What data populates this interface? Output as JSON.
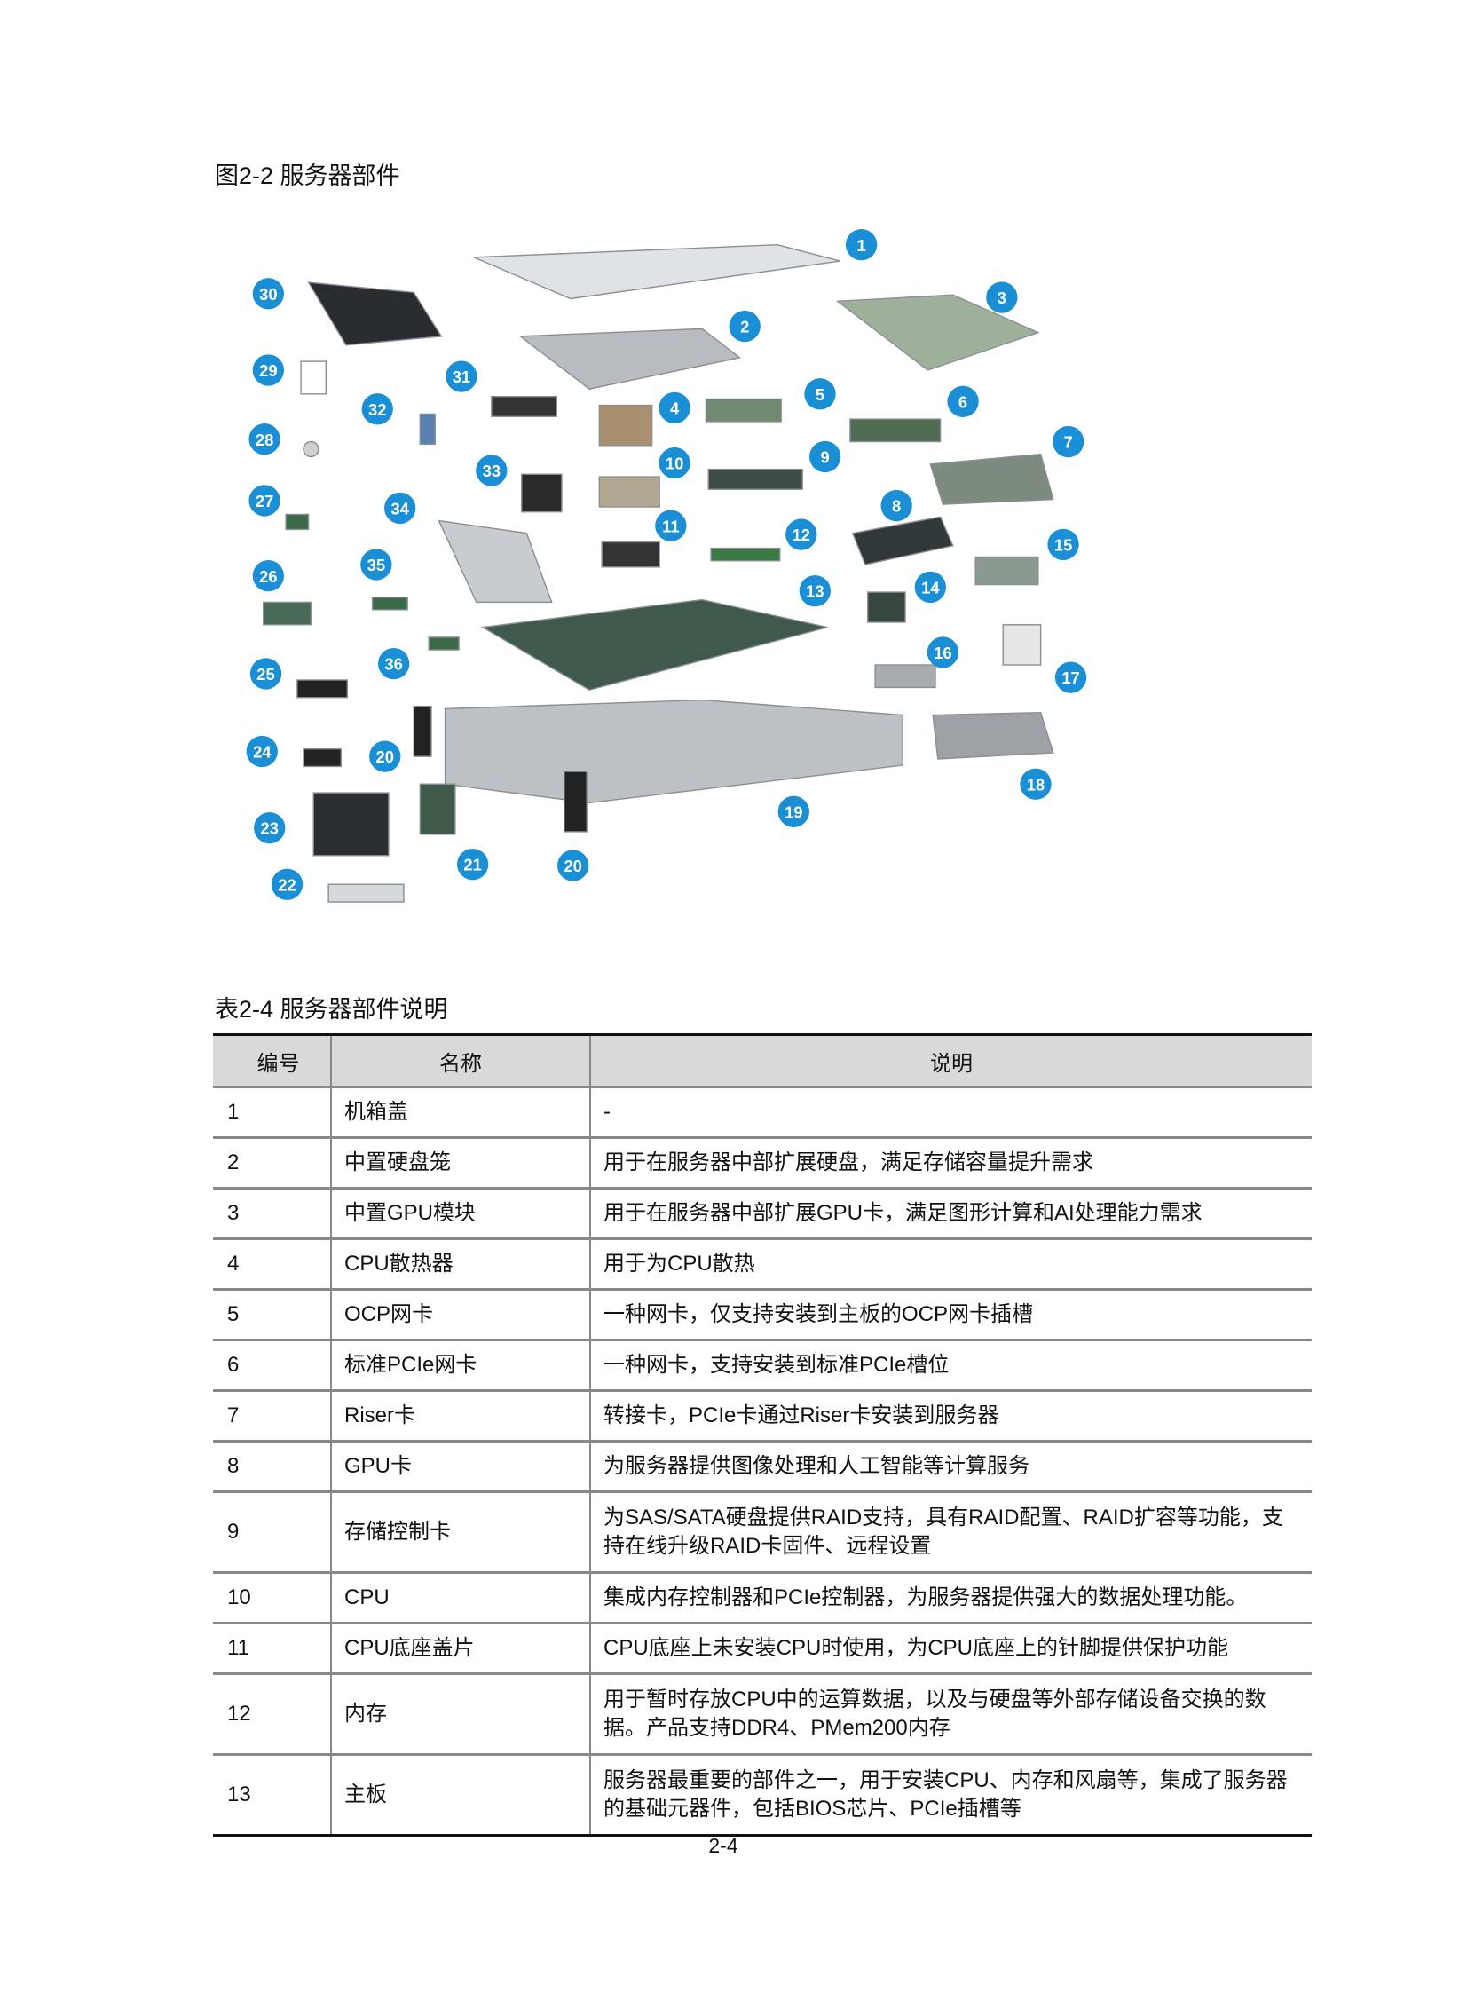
{
  "figure": {
    "caption": "图2-2 服务器部件",
    "callouts": [
      "1",
      "2",
      "3",
      "4",
      "5",
      "6",
      "7",
      "8",
      "9",
      "10",
      "11",
      "12",
      "13",
      "14",
      "15",
      "16",
      "17",
      "18",
      "19",
      "20",
      "20",
      "21",
      "22",
      "23",
      "24",
      "25",
      "26",
      "27",
      "28",
      "29",
      "30",
      "31",
      "32",
      "33",
      "34",
      "35",
      "36"
    ],
    "accent_color": "#1a8fd6"
  },
  "table": {
    "caption": "表2-4 服务器部件说明",
    "headers": [
      "编号",
      "名称",
      "说明"
    ],
    "rows": [
      {
        "no": "1",
        "name": "机箱盖",
        "desc": "-"
      },
      {
        "no": "2",
        "name": "中置硬盘笼",
        "desc": "用于在服务器中部扩展硬盘，满足存储容量提升需求"
      },
      {
        "no": "3",
        "name": "中置GPU模块",
        "desc": "用于在服务器中部扩展GPU卡，满足图形计算和AI处理能力需求"
      },
      {
        "no": "4",
        "name": "CPU散热器",
        "desc": "用于为CPU散热"
      },
      {
        "no": "5",
        "name": "OCP网卡",
        "desc": "一种网卡，仅支持安装到主板的OCP网卡插槽"
      },
      {
        "no": "6",
        "name": "标准PCIe网卡",
        "desc": "一种网卡，支持安装到标准PCIe槽位"
      },
      {
        "no": "7",
        "name": "Riser卡",
        "desc": "转接卡，PCIe卡通过Riser卡安装到服务器"
      },
      {
        "no": "8",
        "name": "GPU卡",
        "desc": "为服务器提供图像处理和人工智能等计算服务"
      },
      {
        "no": "9",
        "name": "存储控制卡",
        "desc": "为SAS/SATA硬盘提供RAID支持，具有RAID配置、RAID扩容等功能，支持在线升级RAID卡固件、远程设置"
      },
      {
        "no": "10",
        "name": "CPU",
        "desc": "集成内存控制器和PCIe控制器，为服务器提供强大的数据处理功能。"
      },
      {
        "no": "11",
        "name": "CPU底座盖片",
        "desc": "CPU底座上未安装CPU时使用，为CPU底座上的针脚提供保护功能"
      },
      {
        "no": "12",
        "name": "内存",
        "desc": "用于暂时存放CPU中的运算数据，以及与硬盘等外部存储设备交换的数据。产品支持DDR4、PMem200内存"
      },
      {
        "no": "13",
        "name": "主板",
        "desc": "服务器最重要的部件之一，用于安装CPU、内存和风扇等，集成了服务器的基础元器件，包括BIOS芯片、PCIe插槽等"
      }
    ]
  },
  "footer": {
    "page_number": "2-4"
  }
}
